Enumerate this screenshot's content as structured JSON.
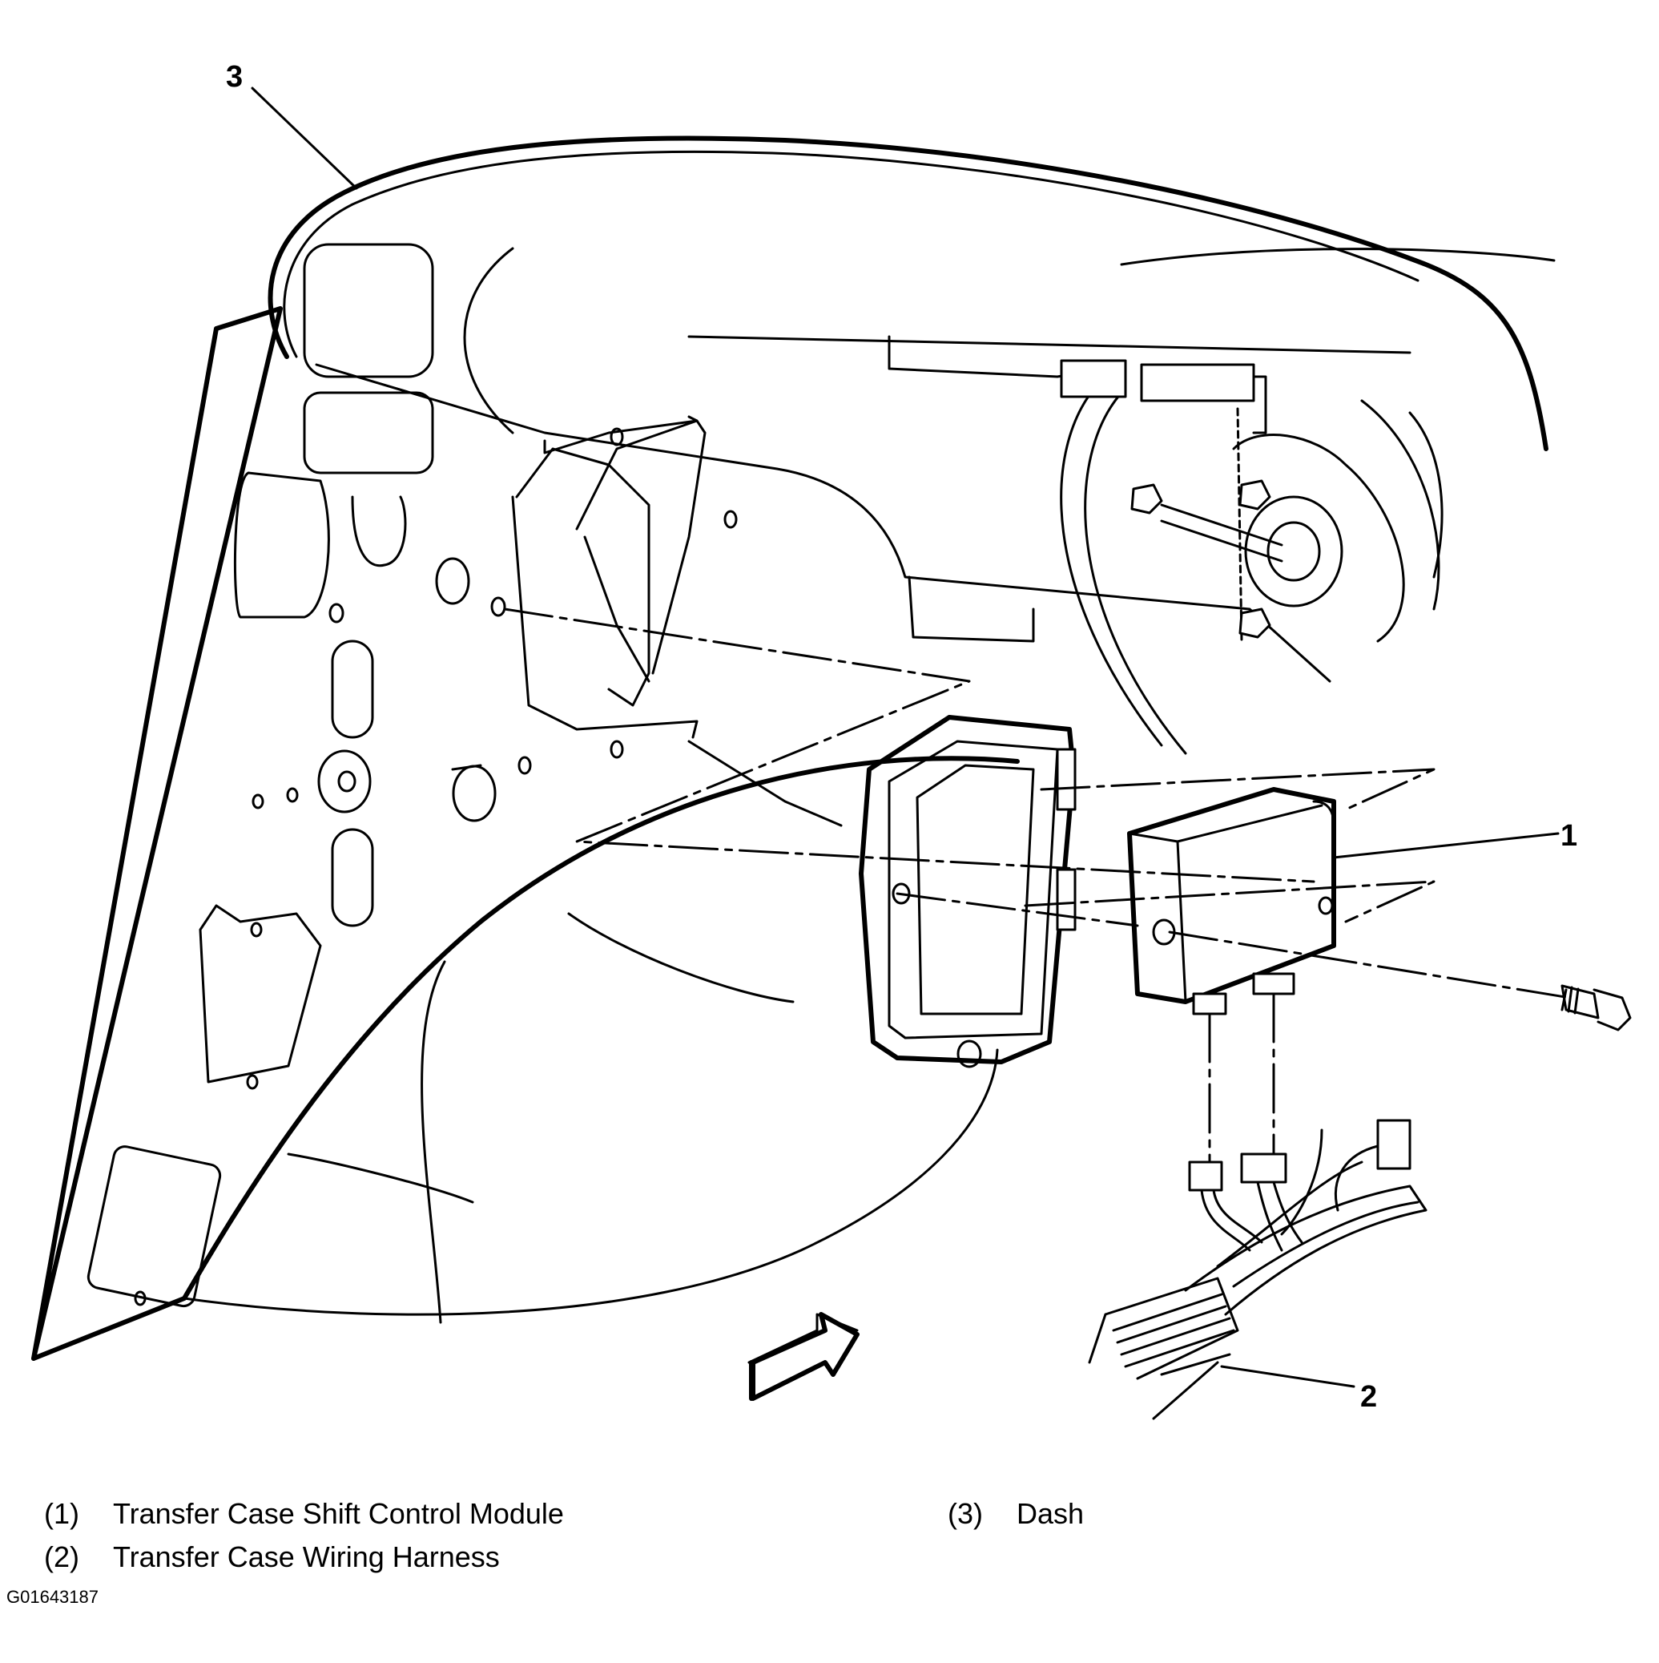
{
  "callouts": [
    "1",
    "2",
    "3"
  ],
  "legend": {
    "left": [
      {
        "num": "(1)",
        "text": "Transfer Case Shift Control Module"
      },
      {
        "num": "(2)",
        "text": "Transfer Case Wiring Harness"
      }
    ],
    "right": [
      {
        "num": "(3)",
        "text": "Dash"
      }
    ]
  },
  "figure_id": "G01643187"
}
